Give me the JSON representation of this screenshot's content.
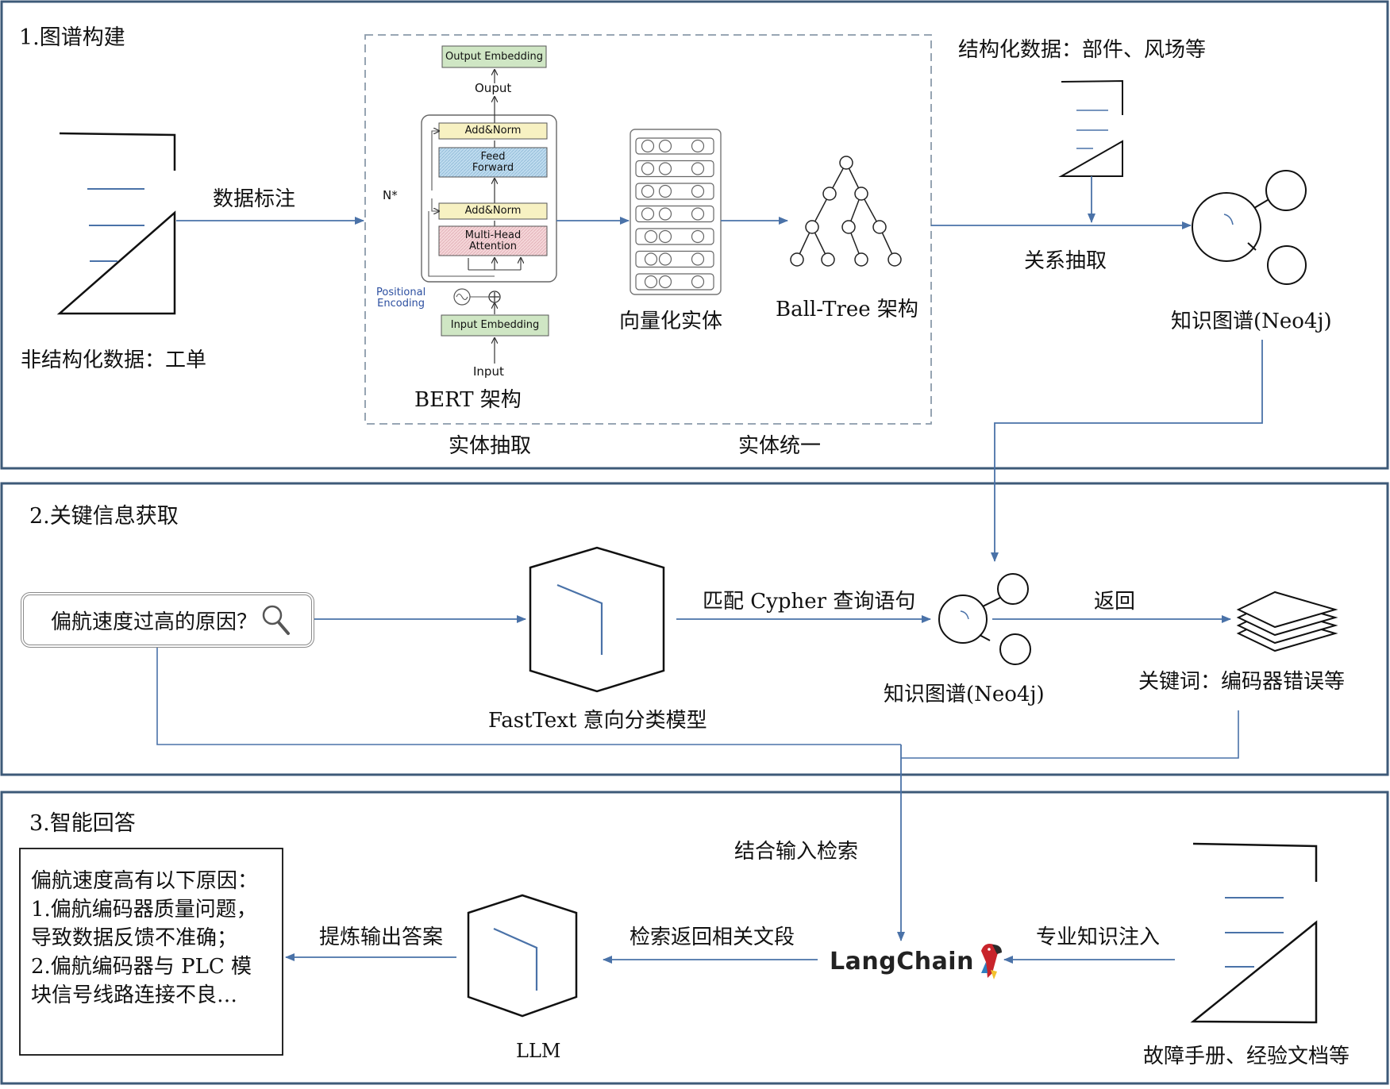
{
  "sections": {
    "s1": "1.图谱构建",
    "s2": "2.关键信息获取",
    "s3": "3.智能回答"
  },
  "stage1": {
    "doc_label": "非结构化数据：工单",
    "annotate": "数据标注",
    "bert": {
      "output_embedding": "Output Embedding",
      "ouput": "Ouput",
      "add_norm_top": "Add&Norm",
      "feed_forward": "Feed\nForward",
      "add_norm_bottom": "Add&Norm",
      "multi_head": "Multi-Head\nAttention",
      "n_star": "N*",
      "positional": "Positional\nEncoding",
      "input_embedding": "Input Embedding",
      "input": "Input",
      "caption": "BERT 架构"
    },
    "vector_label": "向量化实体",
    "balltree_label": "Ball-Tree 架构",
    "entity_extract": "实体抽取",
    "entity_unify": "实体统一",
    "structured_label": "结构化数据：部件、风场等",
    "relation_extract": "关系抽取",
    "kg_label": "知识图谱(Neo4j)"
  },
  "stage2": {
    "query": "偏航速度过高的原因？",
    "fasttext_label": "FastText 意向分类模型",
    "cypher_label": "匹配 Cypher 查询语句",
    "kg_label": "知识图谱(Neo4j)",
    "return_label": "返回",
    "keywords_label": "关键词：编码器错误等"
  },
  "stage3": {
    "combine_label": "结合输入检索",
    "answer_lines": [
      "偏航速度高有以下原因：",
      "1.偏航编码器质量问题，",
      "导致数据反馈不准确；",
      "2.偏航编码器与 PLC 模",
      "块信号线路连接不良…"
    ],
    "refine_label": "提炼输出答案",
    "llm_label": "LLM",
    "retrieve_label": "检索返回相关文段",
    "langchain_logo": "LangChain",
    "inject_label": "专业知识注入",
    "docs_label": "故障手册、经验文档等"
  },
  "colors": {
    "frame": "#3d5a78",
    "arrow": "#4a72a8",
    "doc_line": "#4a72a8",
    "output_embedding_fill": "#cfe6c4",
    "add_norm_fill": "#f7f1c2",
    "feed_forward_fill": "#bfdcef",
    "multi_head_fill": "#f5d6d9",
    "input_embedding_fill": "#cfe6c4",
    "positional_text": "#2c4fa0"
  },
  "icons": {
    "search": "magnifier-icon",
    "langchain": "parrot-icon",
    "stack": "layers-icon"
  }
}
